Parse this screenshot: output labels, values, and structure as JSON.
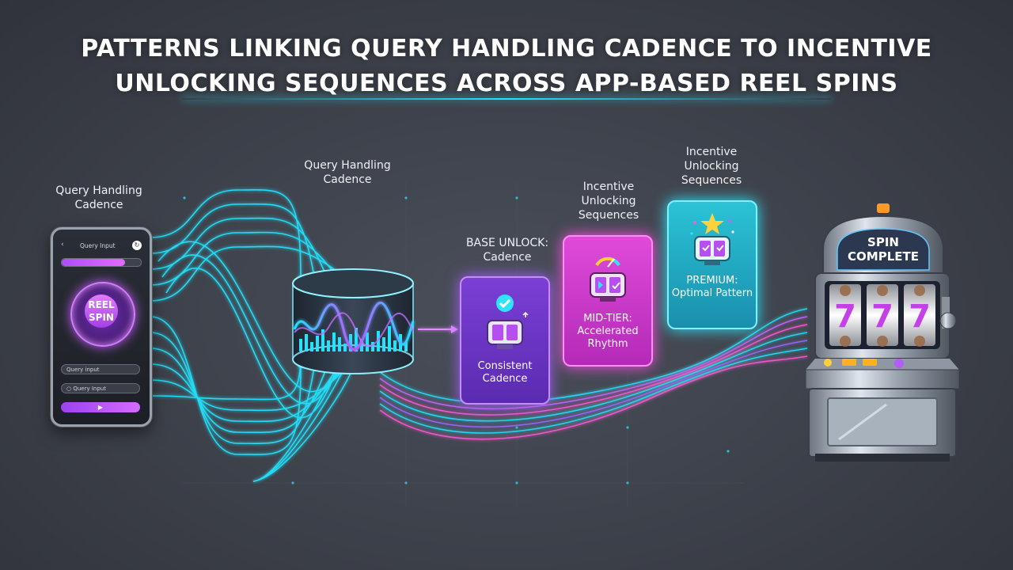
{
  "title": {
    "line1": "PATTERNS LINKING QUERY HANDLING CADENCE TO INCENTIVE",
    "line2": "UNLOCKING SEQUENCES ACROSS APP-BASED REEL SPINS"
  },
  "labels": {
    "left": "Query Handling\nCadence",
    "center": "Query Handling\nCadence",
    "base": "BASE UNLOCK:\nCadence",
    "mid_head": "Incentive\nUnlocking\nSequences",
    "premium_head": "Incentive\nUnlocking\nSequences"
  },
  "phone": {
    "header": "Query Input",
    "back_icon": "back-arrow-icon",
    "button": "REEL\nSPIN",
    "inputs": [
      "Query input",
      "Query Input"
    ],
    "play_icon": "play-icon"
  },
  "cards": {
    "base": {
      "text": "Consistent\nCadence",
      "icon": "check-reel-icon"
    },
    "mid": {
      "text": "MID-TIER:\nAccelerated\nRhythm",
      "icon": "gauge-reel-icon"
    },
    "premium": {
      "text": "PREMIUM:\nOptimal Pattern",
      "icon": "star-reel-icon"
    }
  },
  "slot_machine": {
    "label": "SPIN\nCOMPLETE",
    "reels": [
      "7",
      "7",
      "7"
    ]
  },
  "colors": {
    "cyan": "#22e4ff",
    "purple": "#a55cff",
    "magenta": "#ff4ee6",
    "teal": "#2ee7ff",
    "background": "#3c4049"
  }
}
